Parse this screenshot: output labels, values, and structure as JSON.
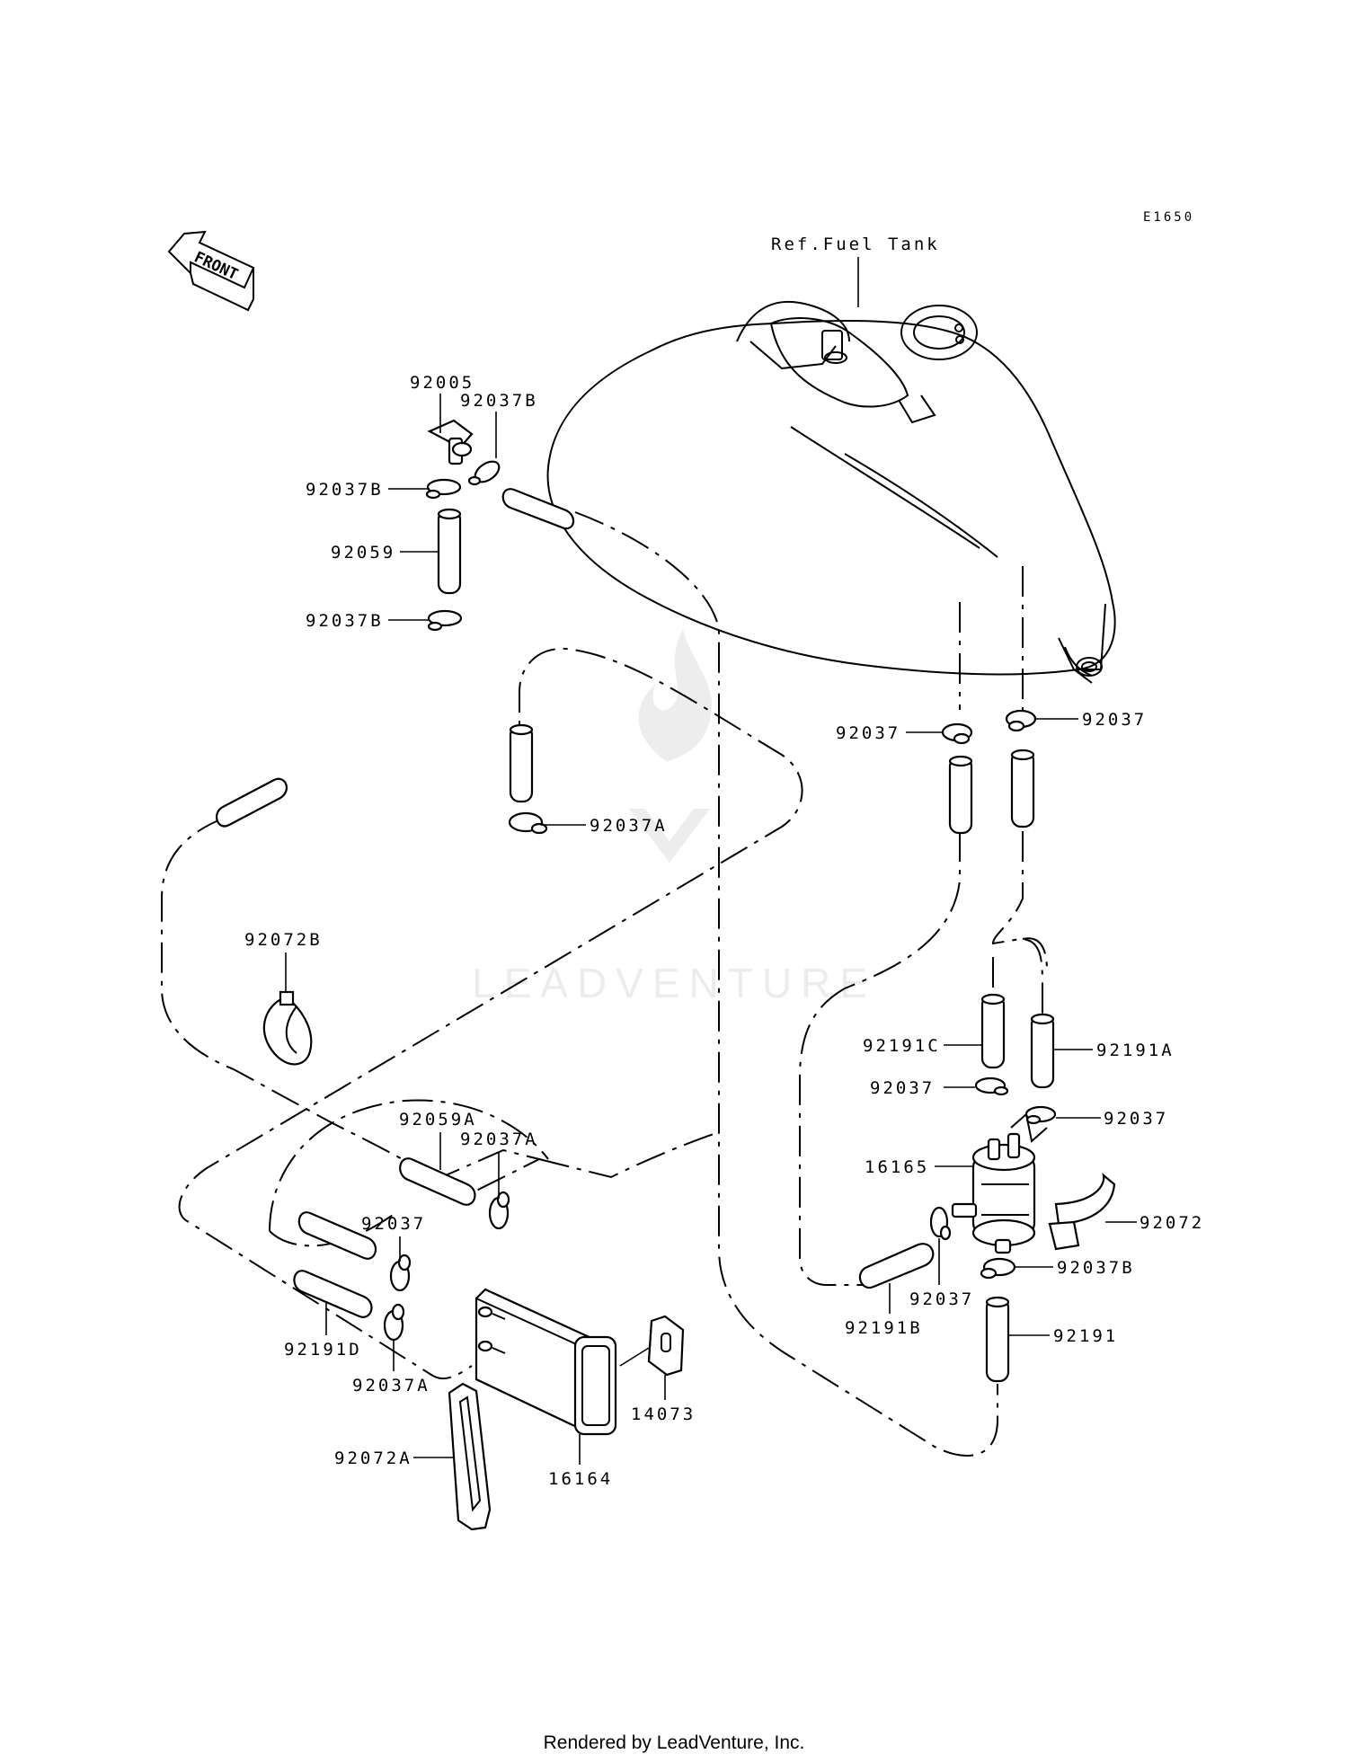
{
  "diagram": {
    "code": "E1650",
    "front_label": "FRONT",
    "ref_label": "Ref.Fuel Tank",
    "watermark": "LEADVENTURE",
    "footer": "Rendered by LeadVenture, Inc.",
    "parts": {
      "p92005": "92005",
      "p92037B_top": "92037B",
      "p92037B_left": "92037B",
      "p92059": "92059",
      "p92037B_low": "92037B",
      "p92037A_mid": "92037A",
      "p92037_tankL": "92037",
      "p92037_tankR": "92037",
      "p92072B": "92072B",
      "p92191C": "92191C",
      "p92191A": "92191A",
      "p92037_pumpL": "92037",
      "p92037_pumpR": "92037",
      "p16165": "16165",
      "p92072": "92072",
      "p92037B_pump": "92037B",
      "p92037_under": "92037",
      "p92191B": "92191B",
      "p92191": "92191",
      "p92059A": "92059A",
      "p92037A_can": "92037A",
      "p92037_can": "92037",
      "p92191D": "92191D",
      "p92037A_low": "92037A",
      "p14073": "14073",
      "p92072A": "92072A",
      "p16164": "16164"
    }
  }
}
